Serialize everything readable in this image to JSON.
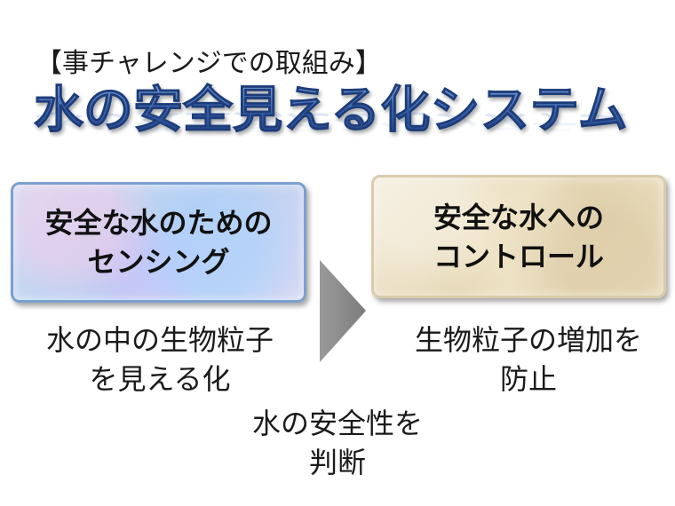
{
  "header": {
    "subtitle": "【事チャレンジでの取組み】",
    "title": "水の安全見える化システム"
  },
  "left_box": {
    "line1": "安全な水のための",
    "line2": "センシング",
    "color": "#b8cff0"
  },
  "right_box": {
    "line1": "安全な水への",
    "line2": "コントロール",
    "color": "#e6d8b6"
  },
  "left_caption": {
    "line1": "水の中の生物粒子",
    "line2": "を見える化"
  },
  "right_caption": {
    "line1": "生物粒子の増加を",
    "line2": "防止"
  },
  "center_caption": {
    "line1": "水の安全性を",
    "line2": "判断"
  },
  "arrow": {
    "icon": "chevron-right-arrow-icon",
    "color": "#8a8a8a"
  }
}
